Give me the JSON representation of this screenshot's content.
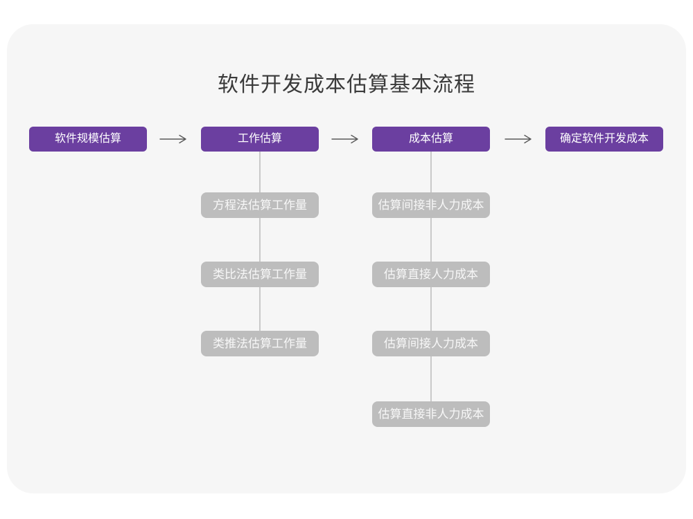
{
  "title": "软件开发成本估算基本流程",
  "colors": {
    "accent": "#6B3FA0",
    "accent_text": "#FFFFFF",
    "sub_box": "#BDBDBD",
    "sub_box_text": "#F7F7F7",
    "connector": "#C9C9C9",
    "arrow": "#595959",
    "card_bg": "#F6F6F6",
    "page_bg": "#FFFFFF",
    "title_color": "#3A3A3A"
  },
  "flow": {
    "steps": [
      {
        "label": "软件规模估算"
      },
      {
        "label": "工作估算"
      },
      {
        "label": "成本估算"
      },
      {
        "label": "确定软件开发成本"
      }
    ]
  },
  "columns": [
    {
      "items": [
        {
          "label": "方程法估算工作量"
        },
        {
          "label": "类比法估算工作量"
        },
        {
          "label": "类推法估算工作量"
        }
      ]
    },
    {
      "items": [
        {
          "label": "估算间接非人力成本"
        },
        {
          "label": "估算直接人力成本"
        },
        {
          "label": "估算间接人力成本"
        },
        {
          "label": "估算直接非人力成本"
        }
      ]
    }
  ]
}
